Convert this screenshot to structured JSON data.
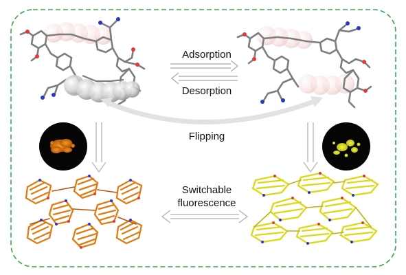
{
  "labels": {
    "adsorption": "Adsorption",
    "desorption": "Desorption",
    "flipping": "Flipping",
    "switchable": "Switchable",
    "fluorescence": "fluorescence"
  },
  "colors": {
    "frame_dash": "#3aa64a",
    "arrow_gray": "#bcbcbc",
    "molecule_bond": "#8a8a8a",
    "oxygen": "#e03a3a",
    "nitrogen": "#2b36c8",
    "orange_crystal": "#e07b12",
    "yellow_crystal": "#e4e21a",
    "sphere": "#d9d9d9"
  }
}
